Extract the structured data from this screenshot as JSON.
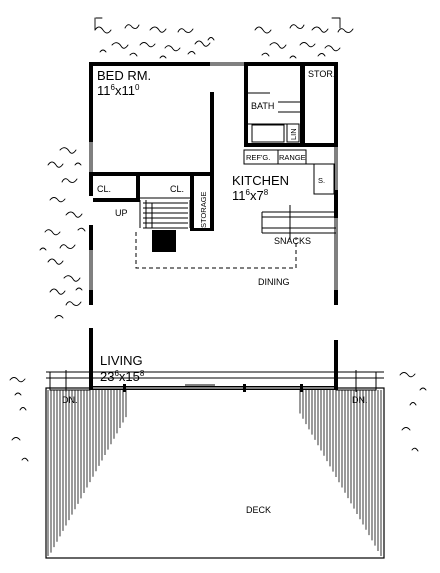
{
  "rooms": {
    "bedroom": {
      "name": "BED RM.",
      "dim_w": "11",
      "dim_w_sup": "6",
      "dim_h": "11",
      "dim_h_sup": "0"
    },
    "bath": {
      "name": "BATH"
    },
    "stor": {
      "name": "STOR."
    },
    "lin": {
      "name": "LIN"
    },
    "closet_left": {
      "name": "CL."
    },
    "closet_right": {
      "name": "CL."
    },
    "up": {
      "name": "UP"
    },
    "storage": {
      "name": "STORAGE"
    },
    "kitchen": {
      "name": "KITCHEN",
      "dim_w": "11",
      "dim_w_sup": "6",
      "dim_h": "7",
      "dim_h_sup": "8"
    },
    "refrigerator": {
      "name": "REF'G."
    },
    "range": {
      "name": "RANGE"
    },
    "sink": {
      "name": "S."
    },
    "snacks": {
      "name": "SNACKS"
    },
    "dining": {
      "name": "DINING"
    },
    "living": {
      "name": "LIVING",
      "dim_w": "23",
      "dim_w_sup": "6",
      "dim_h": "15",
      "dim_h_sup": "8"
    },
    "deck": {
      "name": "DECK"
    },
    "down_left": {
      "name": "DN."
    },
    "down_right": {
      "name": "DN."
    }
  }
}
